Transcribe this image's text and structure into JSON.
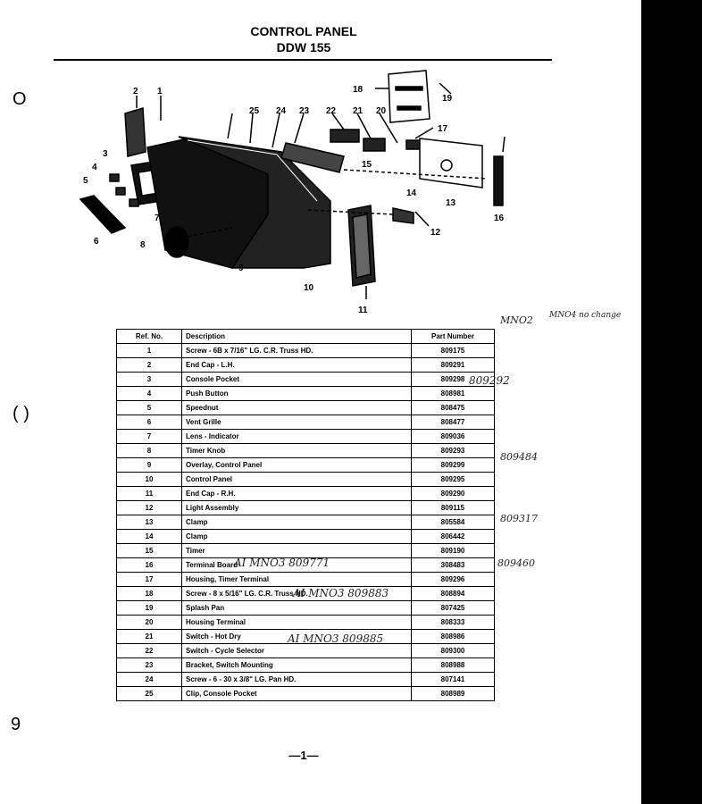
{
  "header": {
    "title": "CONTROL PANEL",
    "model": "DDW 155"
  },
  "diagram_labels": [
    "1",
    "2",
    "3",
    "4",
    "5",
    "6",
    "7",
    "8",
    "9",
    "10",
    "11",
    "12",
    "13",
    "14",
    "15",
    "16",
    "17",
    "18",
    "19",
    "20",
    "21",
    "22",
    "23",
    "24",
    "25"
  ],
  "table": {
    "headers": [
      "Ref. No.",
      "Description",
      "Part Number"
    ],
    "rows": [
      {
        "ref": "1",
        "desc": "Screw - 6B x 7/16\" LG. C.R. Truss HD.",
        "part": "809175"
      },
      {
        "ref": "2",
        "desc": "End Cap - L.H.",
        "part": "809291"
      },
      {
        "ref": "3",
        "desc": "Console Pocket",
        "part": "809298"
      },
      {
        "ref": "4",
        "desc": "Push Button",
        "part": "808981"
      },
      {
        "ref": "5",
        "desc": "Speednut",
        "part": "808475"
      },
      {
        "ref": "6",
        "desc": "Vent Grille",
        "part": "808477"
      },
      {
        "ref": "7",
        "desc": "Lens - Indicator",
        "part": "809036"
      },
      {
        "ref": "8",
        "desc": "Timer Knob",
        "part": "809293"
      },
      {
        "ref": "9",
        "desc": "Overlay, Control Panel",
        "part": "809299"
      },
      {
        "ref": "10",
        "desc": "Control Panel",
        "part": "809295"
      },
      {
        "ref": "11",
        "desc": "End Cap - R.H.",
        "part": "809290"
      },
      {
        "ref": "12",
        "desc": "Light Assembly",
        "part": "809115"
      },
      {
        "ref": "13",
        "desc": "Clamp",
        "part": "805584"
      },
      {
        "ref": "14",
        "desc": "Clamp",
        "part": "806442"
      },
      {
        "ref": "15",
        "desc": "Timer",
        "part": "809190"
      },
      {
        "ref": "16",
        "desc": "Terminal Board",
        "part": "308483"
      },
      {
        "ref": "17",
        "desc": "Housing, Timer Terminal",
        "part": "809296"
      },
      {
        "ref": "18",
        "desc": "Screw - 8 x 5/16\" LG. C.R. Truss HD.",
        "part": "808894"
      },
      {
        "ref": "19",
        "desc": "Splash Pan",
        "part": "807425"
      },
      {
        "ref": "20",
        "desc": "Housing Terminal",
        "part": "808333"
      },
      {
        "ref": "21",
        "desc": "Switch - Hot Dry",
        "part": "808986"
      },
      {
        "ref": "22",
        "desc": "Switch - Cycle Selector",
        "part": "809300"
      },
      {
        "ref": "23",
        "desc": "Bracket, Switch Mounting",
        "part": "808988"
      },
      {
        "ref": "24",
        "desc": "Screw - 6 - 30 x 3/8\" LG. Pan HD.",
        "part": "807141"
      },
      {
        "ref": "25",
        "desc": "Clip, Console Pocket",
        "part": "808989"
      }
    ]
  },
  "handwritten": {
    "header_note": "MNO2",
    "header_note2": "MNO4 no change",
    "row3": "809292",
    "row8": "809484",
    "row12": "809317",
    "row15_desc": "AI MNO3 809771",
    "row15_right": "809460",
    "row17_desc": "AI MNO3 809883",
    "row20_desc": "AI MNO3 809885"
  },
  "footer": {
    "page": "—1—"
  },
  "margin_marks": [
    "O",
    "( )",
    "9"
  ]
}
